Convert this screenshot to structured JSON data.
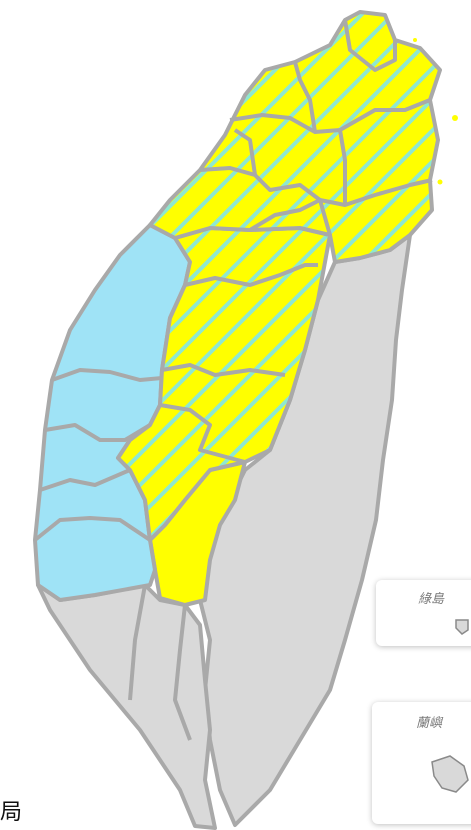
{
  "map": {
    "legend_colors": {
      "advisory_yellow": "#ffff00",
      "advisory_blue": "#9fe3f6",
      "no_advisory": "#d9d9d9",
      "border": "#a9a9a9",
      "hatch_stripe": "#8ee8d0"
    },
    "insets": {
      "green_island": {
        "label": "綠島"
      },
      "orchid_island": {
        "label": "蘭嶼"
      }
    },
    "footer_fragment": "局"
  }
}
